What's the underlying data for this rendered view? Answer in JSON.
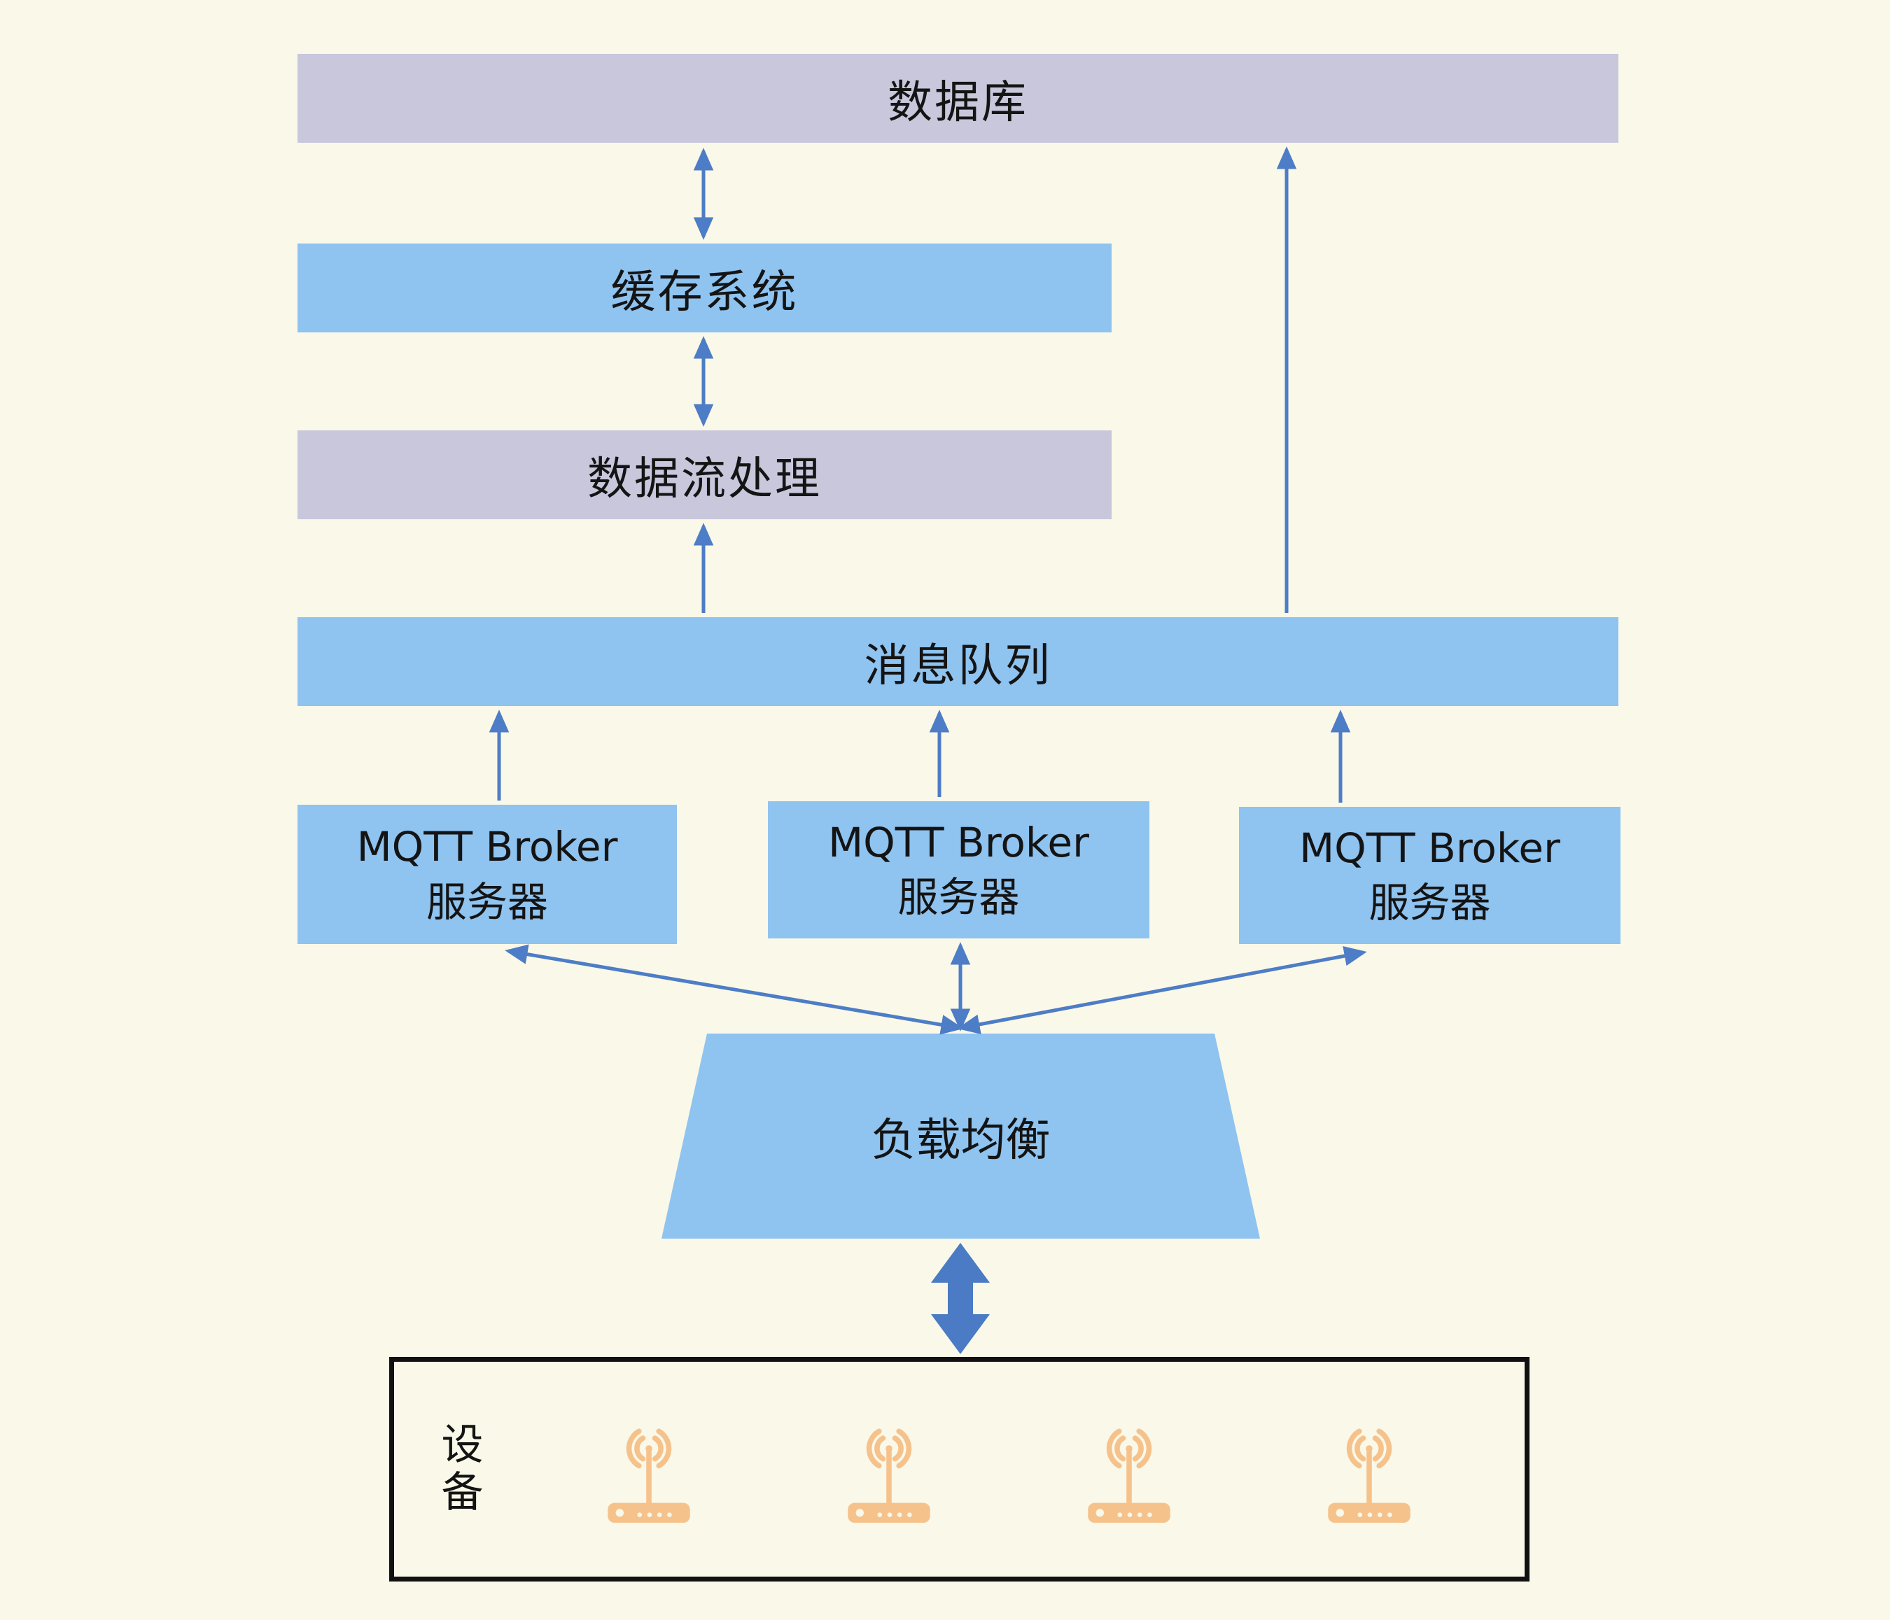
{
  "nodes": {
    "database": {
      "label": "数据库"
    },
    "cache_system": {
      "label": "缓存系统"
    },
    "stream_processing": {
      "label": "数据流处理"
    },
    "message_queue": {
      "label": "消息队列"
    },
    "mqtt_broker_1": {
      "line1": "MQTT Broker",
      "line2": "服务器"
    },
    "mqtt_broker_2": {
      "line1": "MQTT Broker",
      "line2": "服务器"
    },
    "mqtt_broker_3": {
      "line1": "MQTT Broker",
      "line2": "服务器"
    },
    "load_balancer": {
      "label": "负载均衡"
    },
    "devices": {
      "label": "设备",
      "icons": [
        "wifi-router-icon",
        "wifi-router-icon",
        "wifi-router-icon",
        "wifi-router-icon"
      ]
    }
  },
  "colors": {
    "background": "#FAF8E8",
    "lavender_block": "#C8C7DC",
    "blue_block": "#8FC3F0",
    "arrow": "#4D7DC6",
    "thick_arrow": "#4A7BC4",
    "device_icon": "#F6C28B",
    "device_box_border": "#111111",
    "text": "#141414"
  }
}
